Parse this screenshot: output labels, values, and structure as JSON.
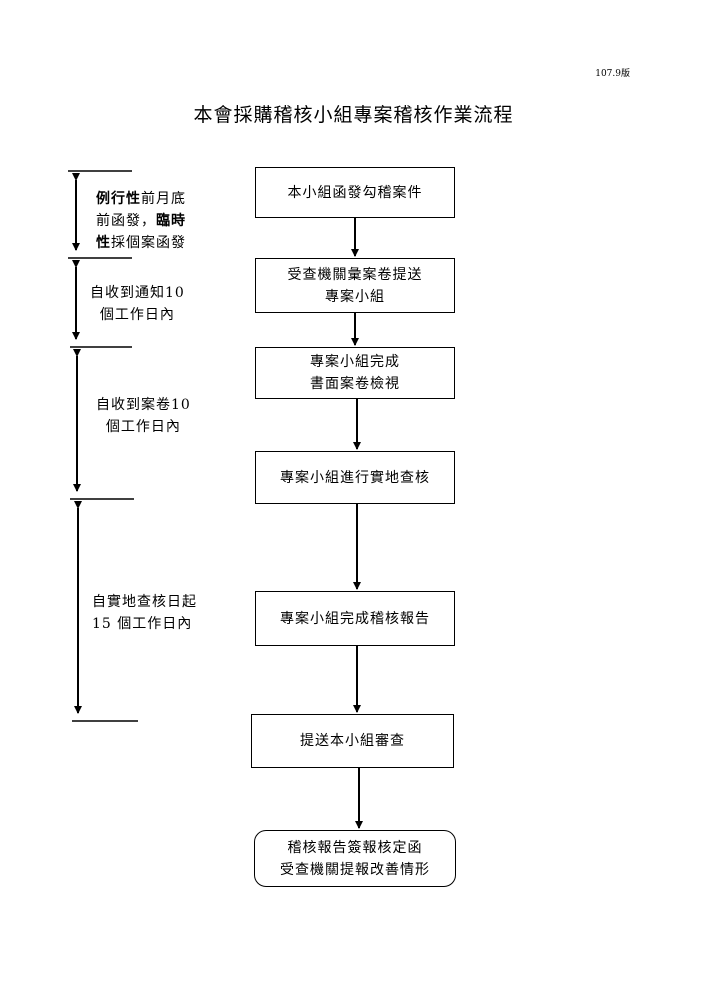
{
  "version": "107.9版",
  "title": "本會採購稽核小組專案稽核作業流程",
  "steps": [
    {
      "lines": [
        "本小組函發勾稽案件"
      ]
    },
    {
      "lines": [
        "受查機關彙案卷提送",
        "專案小組"
      ]
    },
    {
      "lines": [
        "專案小組完成",
        "書面案卷檢視"
      ]
    },
    {
      "lines": [
        "專案小組進行實地查核"
      ]
    },
    {
      "lines": [
        "專案小組完成稽核報告"
      ]
    },
    {
      "lines": [
        "提送本小組審查"
      ]
    },
    {
      "lines": [
        "稽核報告簽報核定函",
        "受查機關提報改善情形"
      ]
    }
  ],
  "timelines": [
    {
      "line1_bold_a": "例行性",
      "line1_rest": "前月底",
      "line2_a": "前函發，",
      "line2_bold": "臨時",
      "line3_bold": "性",
      "line3_rest": "採個案函發"
    },
    {
      "lines": [
        "自收到通知10",
        "個工作日內"
      ]
    },
    {
      "lines": [
        "自收到案卷10",
        "個工作日內"
      ]
    },
    {
      "lines": [
        "自實地查核日起",
        "15 個工作日內"
      ]
    }
  ]
}
